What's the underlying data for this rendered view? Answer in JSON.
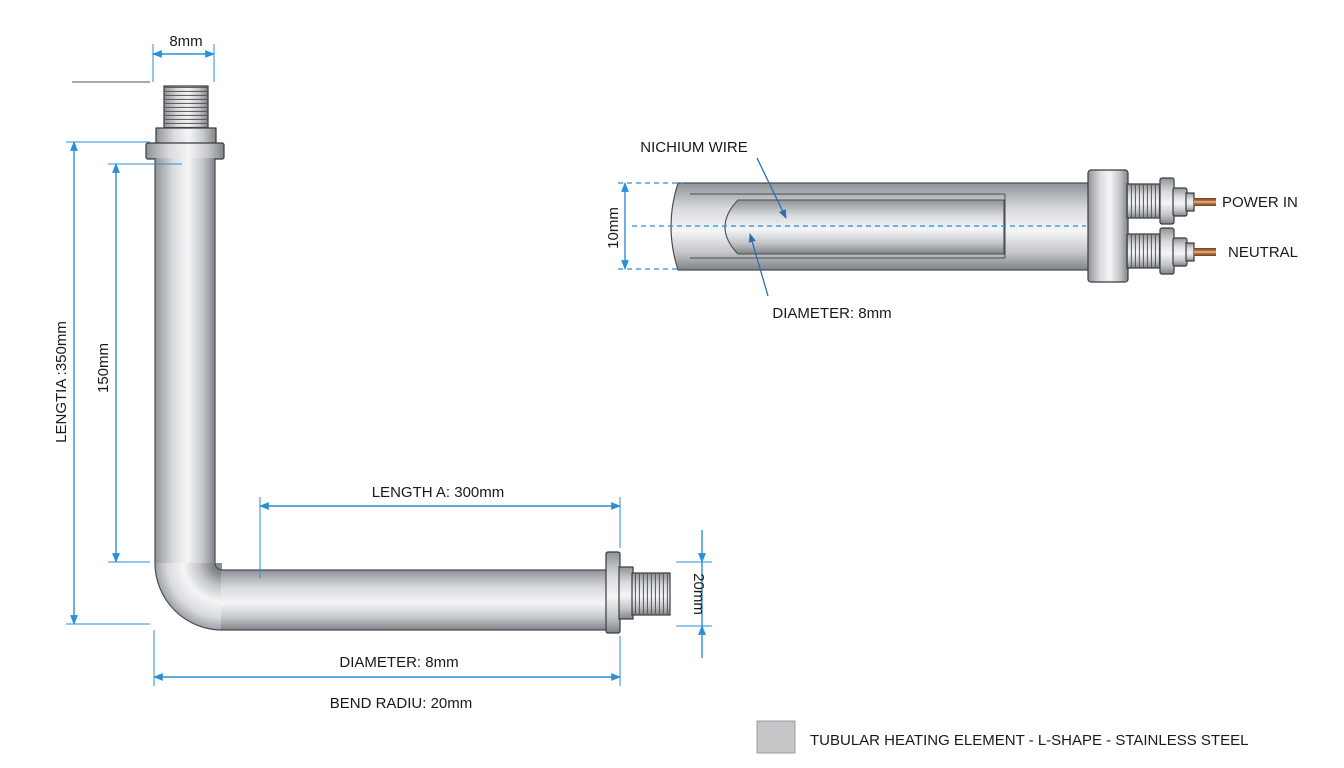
{
  "labels": {
    "top_thread_width": "8mm",
    "length_total": "LENGTIA :350mm",
    "length_vertical": "150mm",
    "length_horizontal": "LENGTH A: 300mm",
    "end_height": "20mm",
    "diameter_bottom": "DIAMETER: 8mm",
    "bend_radius": "BEND RADIU: 20mm",
    "nichium_wire": "NICHIUM WIRE",
    "section_height": "10mm",
    "diameter_section": "DIAMETER: 8mm",
    "power_in": "POWER IN",
    "neutral": "NEUTRAL"
  },
  "legend": {
    "swatch_color": "#c4c6c8",
    "text": "TUBULAR HEATING ELEMENT - L-SHAPE - STAINLESS STEEL"
  },
  "colors": {
    "dimension_line": "#2a8fd6",
    "metal_light": "#f4f5f6",
    "metal_dark": "#8f9397",
    "copper": "#b8693a"
  }
}
